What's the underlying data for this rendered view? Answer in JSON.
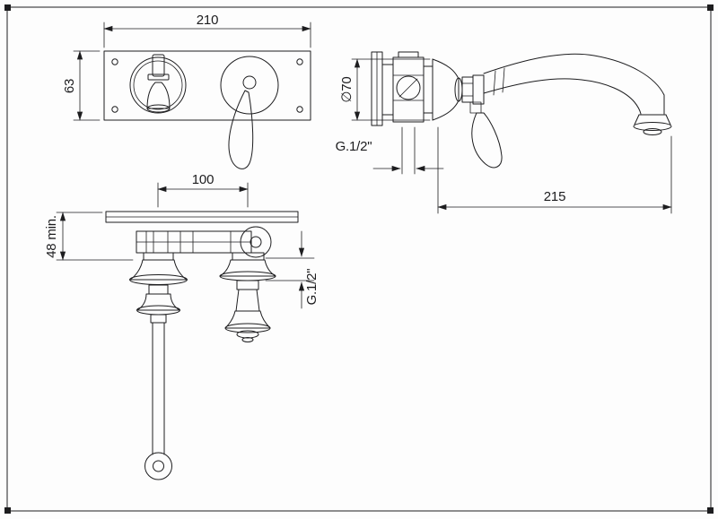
{
  "sheet": {
    "background": "#fdfdfd",
    "line_color": "#1d1d1f"
  },
  "labels": {
    "plate_width": "210",
    "plate_height": "63",
    "hole_spacing": "100",
    "min_clearance": "48 min.",
    "escutcheon_diameter": "∅70",
    "inlet_thread": "G.1/2\"",
    "outlet_thread": "G.1/2\"",
    "spout_reach": "215"
  }
}
